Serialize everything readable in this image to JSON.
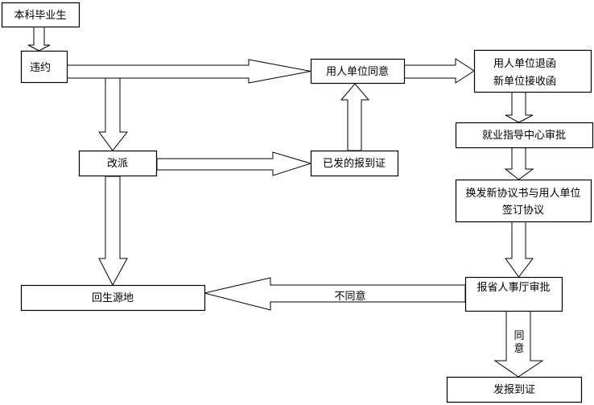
{
  "diagram": {
    "type": "flowchart",
    "colors": {
      "line": "#000000",
      "fill": "#ffffff",
      "background": "#ffffff"
    },
    "nodes": {
      "graduate": {
        "text": "本科毕业生"
      },
      "breach": {
        "text": "违约"
      },
      "employer_agree": {
        "text": "用人单位同意"
      },
      "letters": {
        "line1": "用人单位退函",
        "line2": "新单位接收函"
      },
      "guidance_approval": {
        "text": "就业指导中心审批"
      },
      "reassign": {
        "text": "改派"
      },
      "issued_report_cert": {
        "text": "已发的报到证"
      },
      "new_agreement": {
        "line1": "换发新协议书与用人单位",
        "line2": "签订协议"
      },
      "return_origin": {
        "text": "回生源地"
      },
      "provincial_approval": {
        "text": "报省人事厅审批"
      },
      "issue_report_cert": {
        "text": "发报到证"
      }
    },
    "edge_labels": {
      "disagree": "不同意",
      "agree_line1": "同",
      "agree_line2": "意"
    },
    "edges": [
      {
        "from": "graduate",
        "to": "breach"
      },
      {
        "from": "breach",
        "to": "employer_agree"
      },
      {
        "from": "breach",
        "to": "reassign"
      },
      {
        "from": "employer_agree",
        "to": "letters"
      },
      {
        "from": "letters",
        "to": "guidance_approval"
      },
      {
        "from": "guidance_approval",
        "to": "new_agreement"
      },
      {
        "from": "new_agreement",
        "to": "provincial_approval"
      },
      {
        "from": "reassign",
        "to": "issued_report_cert"
      },
      {
        "from": "issued_report_cert",
        "to": "employer_agree"
      },
      {
        "from": "reassign",
        "to": "return_origin"
      },
      {
        "from": "provincial_approval",
        "to": "return_origin",
        "label": "不同意"
      },
      {
        "from": "provincial_approval",
        "to": "issue_report_cert",
        "label": "同意"
      }
    ]
  }
}
